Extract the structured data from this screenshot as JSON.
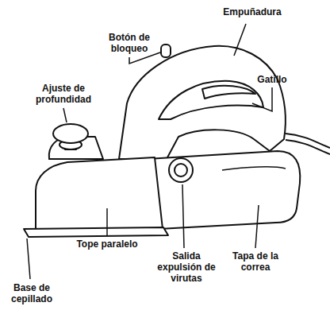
{
  "diagram": {
    "labels": [
      "Empuñadura",
      "Botón de bloqueo",
      "Gatillo",
      "Ajuste de profundidad",
      "Tope paralelo",
      "Salida expulsión de virutas",
      "Tapa de la correa",
      "Base de cepillado"
    ]
  }
}
